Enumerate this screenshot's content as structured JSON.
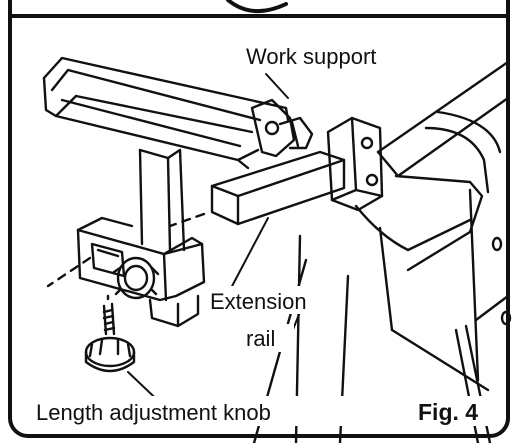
{
  "labels": {
    "work_support": "Work support",
    "extension": "Extension",
    "rail": "rail",
    "length_knob": "Length adjustment knob"
  },
  "figure": {
    "number": "Fig. 4"
  },
  "colors": {
    "line": "#111111",
    "frame": "#111111",
    "background": "#ffffff"
  }
}
